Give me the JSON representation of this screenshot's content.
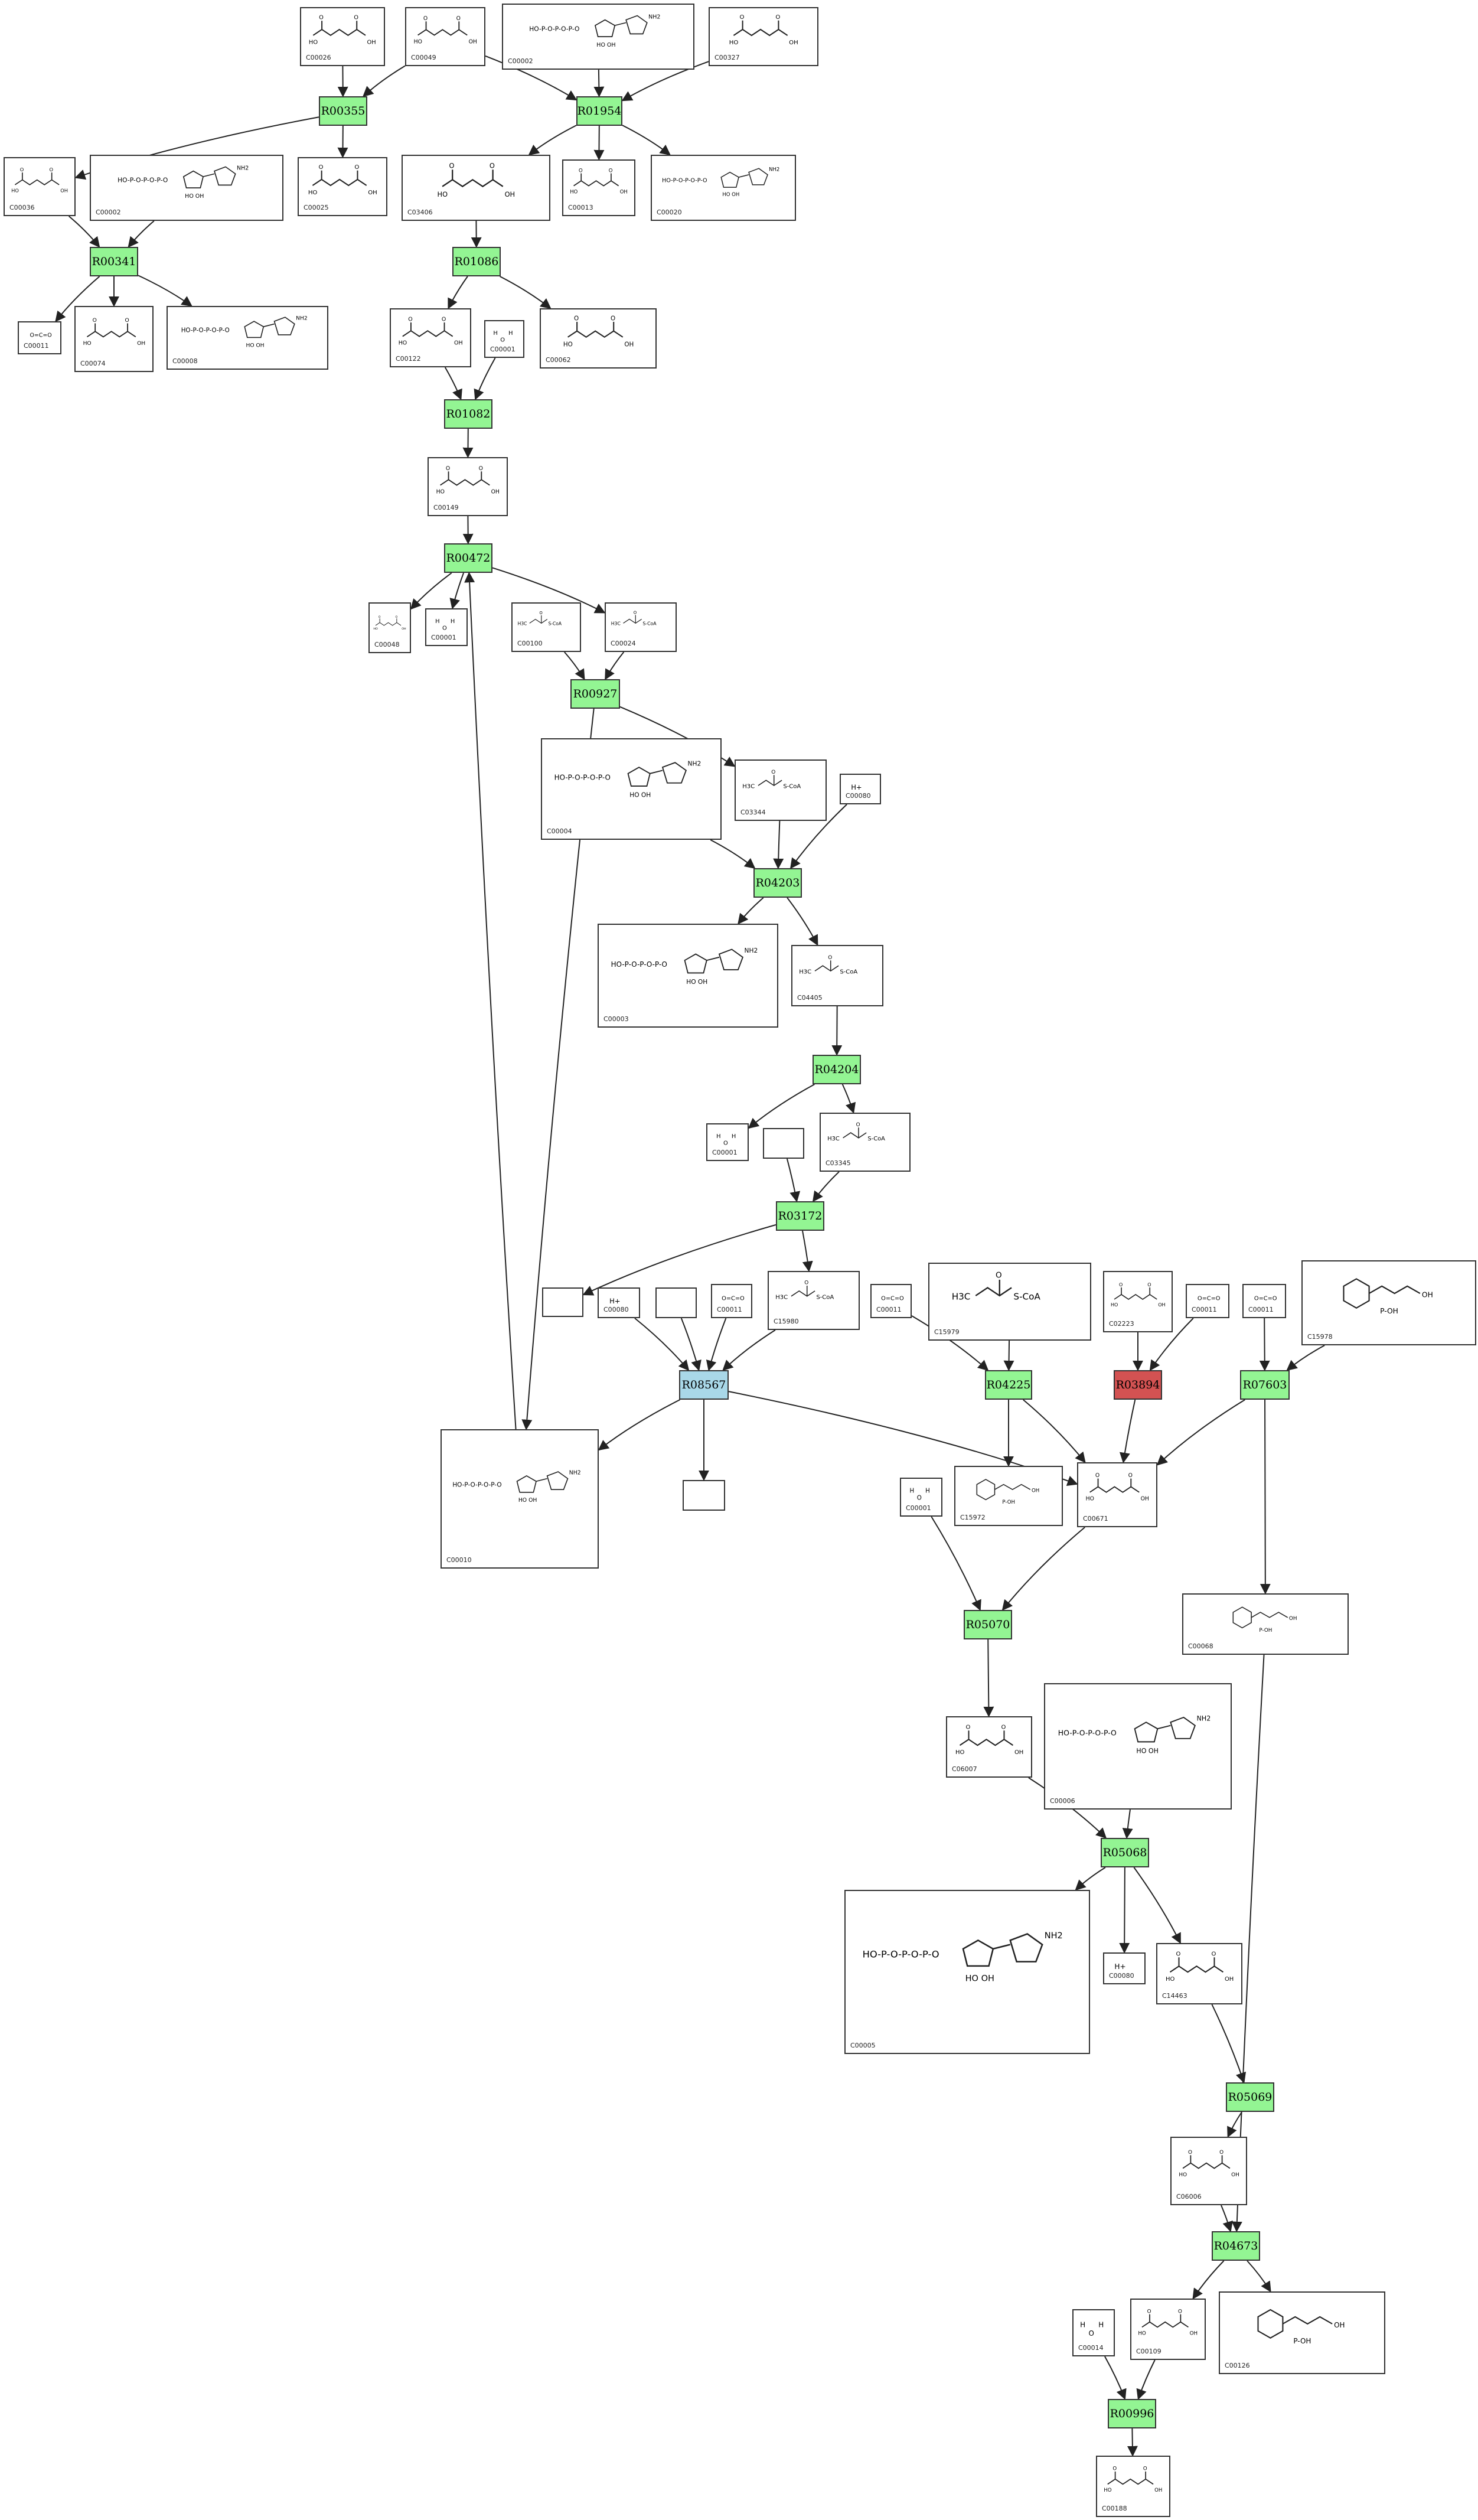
{
  "colors": {
    "reaction_default": "#93f593",
    "reaction_highlight_blue": "#a9d8e8",
    "reaction_highlight_red": "#d35252",
    "edge": "#222222",
    "box_border": "#333333"
  },
  "reactions": [
    {
      "id": "R00355",
      "color": "#93f593"
    },
    {
      "id": "R01954",
      "color": "#93f593"
    },
    {
      "id": "R00341",
      "color": "#93f593"
    },
    {
      "id": "R01086",
      "color": "#93f593"
    },
    {
      "id": "R01082",
      "color": "#93f593"
    },
    {
      "id": "R00472",
      "color": "#93f593"
    },
    {
      "id": "R00927",
      "color": "#93f593"
    },
    {
      "id": "R04203",
      "color": "#93f593"
    },
    {
      "id": "R04204",
      "color": "#93f593"
    },
    {
      "id": "R03172",
      "color": "#93f593"
    },
    {
      "id": "R08567",
      "color": "#a9d8e8"
    },
    {
      "id": "R04225",
      "color": "#93f593"
    },
    {
      "id": "R03894",
      "color": "#d35252"
    },
    {
      "id": "R07603",
      "color": "#93f593"
    },
    {
      "id": "R05070",
      "color": "#93f593"
    },
    {
      "id": "R05068",
      "color": "#93f593"
    },
    {
      "id": "R05069",
      "color": "#93f593"
    },
    {
      "id": "R04673",
      "color": "#93f593"
    },
    {
      "id": "R00996",
      "color": "#93f593"
    }
  ],
  "compounds": [
    {
      "id": "C00026",
      "label": "C00026"
    },
    {
      "id": "C00049",
      "label": "C00049"
    },
    {
      "id": "C00002a",
      "label": "C00002"
    },
    {
      "id": "C00327",
      "label": "C00327"
    },
    {
      "id": "C00036",
      "label": "C00036"
    },
    {
      "id": "C00002b",
      "label": "C00002"
    },
    {
      "id": "C00025",
      "label": "C00025"
    },
    {
      "id": "C03406",
      "label": "C03406"
    },
    {
      "id": "C00013",
      "label": "C00013"
    },
    {
      "id": "C00020",
      "label": "C00020"
    },
    {
      "id": "C00011a",
      "label": "C00011"
    },
    {
      "id": "C00074",
      "label": "C00074"
    },
    {
      "id": "C00008",
      "label": "C00008"
    },
    {
      "id": "C00122",
      "label": "C00122"
    },
    {
      "id": "C00001a",
      "label": "C00001"
    },
    {
      "id": "C00062",
      "label": "C00062"
    },
    {
      "id": "C00149",
      "label": "C00149"
    },
    {
      "id": "C00048",
      "label": "C00048"
    },
    {
      "id": "C00001b",
      "label": "C00001"
    },
    {
      "id": "C00100",
      "label": "C00100"
    },
    {
      "id": "C00024",
      "label": "C00024"
    },
    {
      "id": "C00004a",
      "label": "C00004"
    },
    {
      "id": "C03344",
      "label": "C03344"
    },
    {
      "id": "C00080a",
      "label": "C00080"
    },
    {
      "id": "C00003",
      "label": "C00003"
    },
    {
      "id": "C04405",
      "label": "C04405"
    },
    {
      "id": "C00001c",
      "label": "C00001"
    },
    {
      "id": "blank1",
      "label": ""
    },
    {
      "id": "C03345",
      "label": "C03345"
    },
    {
      "id": "blank2",
      "label": ""
    },
    {
      "id": "C00080b",
      "label": "C00080"
    },
    {
      "id": "blank3",
      "label": ""
    },
    {
      "id": "C00011b",
      "label": "C00011"
    },
    {
      "id": "C15980",
      "label": "C15980"
    },
    {
      "id": "C00011c",
      "label": "C00011"
    },
    {
      "id": "C15979",
      "label": "C15979"
    },
    {
      "id": "C02223",
      "label": "C02223"
    },
    {
      "id": "C00011d",
      "label": "C00011"
    },
    {
      "id": "C00011e",
      "label": "C00011"
    },
    {
      "id": "C15978",
      "label": "C15978"
    },
    {
      "id": "C00010",
      "label": "C00010"
    },
    {
      "id": "blank4",
      "label": ""
    },
    {
      "id": "C00001d",
      "label": "C00001"
    },
    {
      "id": "C15972",
      "label": "C15972"
    },
    {
      "id": "C00671",
      "label": "C00671"
    },
    {
      "id": "C00068",
      "label": "C00068"
    },
    {
      "id": "C06007",
      "label": "C06007"
    },
    {
      "id": "C00006",
      "label": "C00006"
    },
    {
      "id": "C00005",
      "label": "C00005"
    },
    {
      "id": "C00080c",
      "label": "C00080"
    },
    {
      "id": "C14463",
      "label": "C14463"
    },
    {
      "id": "C06006",
      "label": "C06006"
    },
    {
      "id": "C00014",
      "label": "C00014"
    },
    {
      "id": "C00109",
      "label": "C00109"
    },
    {
      "id": "C00126",
      "label": "C00126"
    },
    {
      "id": "C00188",
      "label": "C00188"
    }
  ]
}
